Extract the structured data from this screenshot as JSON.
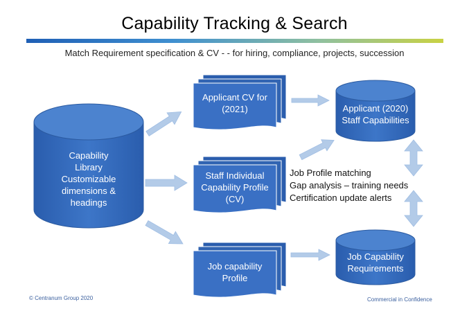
{
  "header": {
    "title": "Capability Tracking & Search",
    "subtitle": "Match Requirement specification & CV - -  for hiring, compliance, projects, succession"
  },
  "nodes": {
    "library": [
      "Capability",
      "Library",
      "Customizable",
      "dimensions &",
      "headings"
    ],
    "applicant_cv": [
      "Applicant CV for",
      "(2021)"
    ],
    "staff_profile": [
      "Staff Individual",
      "Capability Profile",
      "(CV)"
    ],
    "job_profile": [
      "Job capability",
      "Profile"
    ],
    "applicant_caps": [
      "Applicant (2020)",
      "Staff Capabilities"
    ],
    "job_requirements": [
      "Job Capability",
      "Requirements"
    ]
  },
  "functions": [
    "Job Profile matching",
    "Gap analysis – training needs",
    "Certification update alerts"
  ],
  "footer": {
    "left": "© Centranum Group 2020",
    "right": "Commercial in Confidence"
  },
  "colors": {
    "shape_fill": "#3a70c4",
    "shape_dark": "#2657a3",
    "shape_stroke": "#2b5aa0",
    "arrow_fill": "#b3cbe8"
  }
}
